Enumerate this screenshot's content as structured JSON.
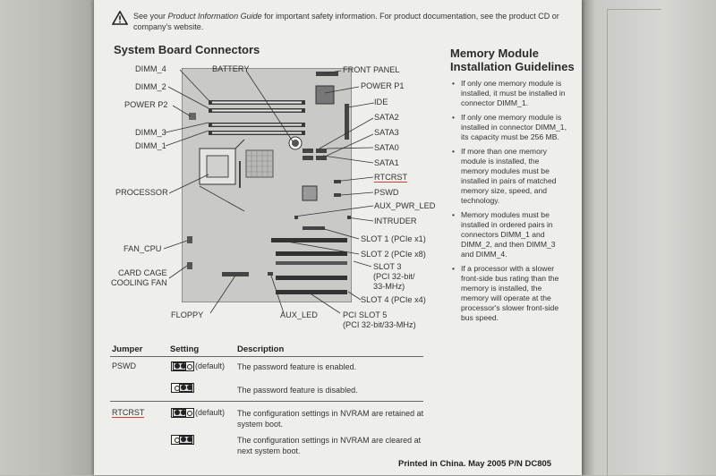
{
  "safety_note": {
    "icon": "warning-triangle-icon",
    "text_pre": "See your ",
    "text_italic": "Product Information Guide",
    "text_post": " for important safety information. For product documentation, see the product CD or company's website."
  },
  "connectors_title": "System Board Connectors",
  "left_labels": {
    "dimm4": "DIMM_4",
    "dimm2": "DIMM_2",
    "power_p2": "POWER P2",
    "dimm3": "DIMM_3",
    "dimm1": "DIMM_1",
    "processor": "PROCESSOR",
    "fan_cpu": "FAN_CPU",
    "card_cage_1": "CARD CAGE",
    "card_cage_2": "COOLING FAN"
  },
  "top_labels": {
    "battery": "BATTERY"
  },
  "bottom_labels": {
    "floppy": "FLOPPY",
    "aux_led": "AUX_LED",
    "pci_slot5": "PCI SLOT 5",
    "pci_slot5_sub": "(PCI 32-bit/33-MHz)"
  },
  "right_labels": {
    "front_panel": "FRONT PANEL",
    "power_p1": "POWER P1",
    "ide": "IDE",
    "sata2": "SATA2",
    "sata3": "SATA3",
    "sata0": "SATA0",
    "sata1": "SATA1",
    "rtcrst": "RTCRST",
    "pswd": "PSWD",
    "aux_pwr_led": "AUX_PWR_LED",
    "intruder": "INTRUDER",
    "slot1": "SLOT 1 (PCIe x1)",
    "slot2": "SLOT 2 (PCIe x8)",
    "slot3_1": "SLOT 3",
    "slot3_2": "(PCI 32-bit/",
    "slot3_3": "33-MHz)",
    "slot4": "SLOT 4 (PCIe x4)"
  },
  "memory": {
    "title_1": "Memory Module",
    "title_2": "Installation Guidelines",
    "items": [
      "If only one memory module is installed, it must be installed in connector DIMM_1.",
      "If only one memory module is installed in connector DIMM_1, its capacity must be 256 MB.",
      "If more than one memory module is installed, the memory modules must be installed in pairs of matched memory size, speed, and technology.",
      "Memory modules must be installed in ordered pairs in connectors DIMM_1 and DIMM_2, and then DIMM_3 and DIMM_4.",
      "If a processor with a slower front-side bus rating than the memory is installed, the memory will operate at the processor's slower front-side bus speed."
    ]
  },
  "jumper_table": {
    "headers": [
      "Jumper",
      "Setting",
      "Description"
    ],
    "rows": [
      {
        "jumper": "PSWD",
        "default": "(default)",
        "description": "The password feature is enabled."
      },
      {
        "jumper": "",
        "default": "",
        "description": "The password feature is disabled."
      },
      {
        "jumper": "RTCRST",
        "default": "(default)",
        "description": "The configuration settings in NVRAM are retained at system boot."
      },
      {
        "jumper": "",
        "default": "",
        "description": "The configuration settings in NVRAM are cleared at next system boot."
      }
    ]
  },
  "footer": "Printed in China.  May 2005   P/N DC805",
  "colors": {
    "paper": "#eeeeea",
    "board": "#c9c9c6",
    "underline": "#d83a3a"
  }
}
